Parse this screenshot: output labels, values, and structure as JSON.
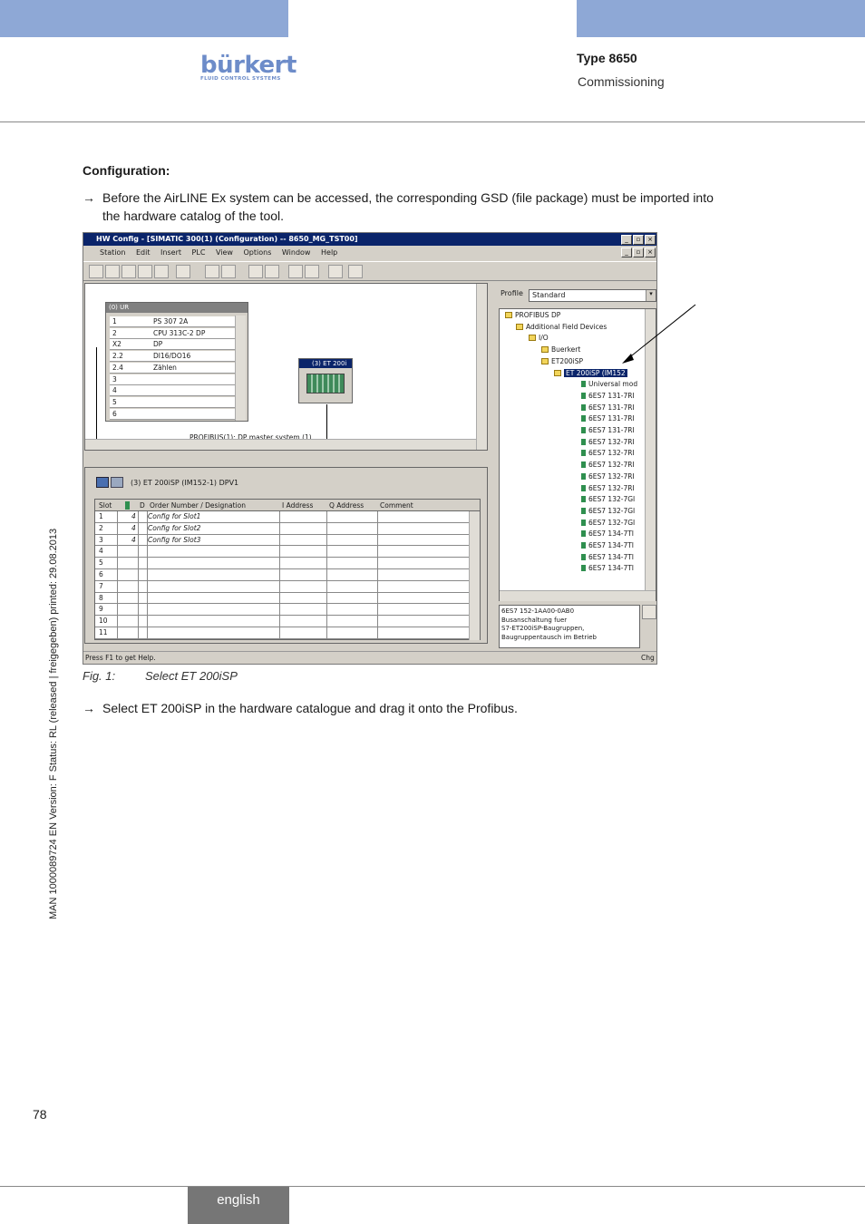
{
  "header": {
    "logo_text": "bürkert",
    "logo_subtitle": "FLUID CONTROL SYSTEMS",
    "type": "Type 8650",
    "section": "Commissioning"
  },
  "content": {
    "heading": "Configuration:",
    "arrow": "→",
    "para1_line1": "Before the AirLINE Ex system can be accessed, the corresponding GSD (file package) must be imported into",
    "para1_line2": "the hardware catalog of the tool.",
    "caption_label": "Fig. 1:",
    "caption_text": "Select ET 200iSP",
    "para2": "Select ET 200iSP in the hardware catalogue and drag it onto the Profibus."
  },
  "sidebar_text": "MAN  1000089724  EN  Version: F  Status: RL (released | freigegeben)  printed: 29.08.2013",
  "page_number": "78",
  "footer": {
    "language": "english"
  },
  "screenshot": {
    "title": "HW Config - [SIMATIC 300(1) (Configuration) -- 8650_MG_TST00]",
    "menu": [
      "Station",
      "Edit",
      "Insert",
      "PLC",
      "View",
      "Options",
      "Window",
      "Help"
    ],
    "rack_title": "(0) UR",
    "rack_rows": [
      {
        "slot": "1",
        "module": "PS 307 2A"
      },
      {
        "slot": "2",
        "module": "CPU 313C-2 DP"
      },
      {
        "slot": "X2",
        "module": "DP"
      },
      {
        "slot": "2.2",
        "module": "DI16/DO16"
      },
      {
        "slot": "2.4",
        "module": "Zählen"
      },
      {
        "slot": "3",
        "module": ""
      },
      {
        "slot": "4",
        "module": ""
      },
      {
        "slot": "5",
        "module": ""
      },
      {
        "slot": "6",
        "module": ""
      }
    ],
    "et_label": "(3) ET 200i",
    "dp_label": "PROFIBUS(1): DP master system (1)",
    "detail_title": "(3)   ET 200iSP (IM152-1) DPV1",
    "table_headers": [
      "Slot",
      "",
      "D",
      "Order Number / Designation",
      "I Address",
      "Q Address",
      "Comment"
    ],
    "table_rows": [
      {
        "slot": "1",
        "d": "4",
        "designation": "Config for Slot1"
      },
      {
        "slot": "2",
        "d": "4",
        "designation": "Config for Slot2"
      },
      {
        "slot": "3",
        "d": "4",
        "designation": "Config for Slot3"
      },
      {
        "slot": "4",
        "d": "",
        "designation": ""
      },
      {
        "slot": "5",
        "d": "",
        "designation": ""
      },
      {
        "slot": "6",
        "d": "",
        "designation": ""
      },
      {
        "slot": "7",
        "d": "",
        "designation": ""
      },
      {
        "slot": "8",
        "d": "",
        "designation": ""
      },
      {
        "slot": "9",
        "d": "",
        "designation": ""
      },
      {
        "slot": "10",
        "d": "",
        "designation": ""
      },
      {
        "slot": "11",
        "d": "",
        "designation": ""
      }
    ],
    "profile_label": "Profile",
    "profile_value": "Standard",
    "tree": [
      "PROFIBUS DP",
      "Additional Field Devices",
      "I/O",
      "Buerkert",
      "ET200iSP",
      "ET 200iSP (IM152",
      "Universal mod",
      "6ES7 131-7RI",
      "6ES7 131-7RI",
      "6ES7 131-7RI",
      "6ES7 131-7RI",
      "6ES7 132-7RI",
      "6ES7 132-7RI",
      "6ES7 132-7RI",
      "6ES7 132-7RI",
      "6ES7 132-7RI",
      "6ES7 132-7GI",
      "6ES7 132-7GI",
      "6ES7 132-7GI",
      "6ES7 134-7TI",
      "6ES7 134-7TI",
      "6ES7 134-7TI",
      "6ES7 134-7TI"
    ],
    "info_lines": [
      "6ES7 152-1AA00-0AB0",
      "Busanschaltung fuer",
      "S7-ET200iSP-Baugruppen,",
      "Baugruppentausch im Betrieb"
    ],
    "status_text": "Press F1 to get Help.",
    "status_right": "Chg"
  },
  "colors": {
    "brand_blue": "#8ea8d6",
    "logo_blue": "#6d8cc9",
    "footer_gray": "#767676"
  }
}
